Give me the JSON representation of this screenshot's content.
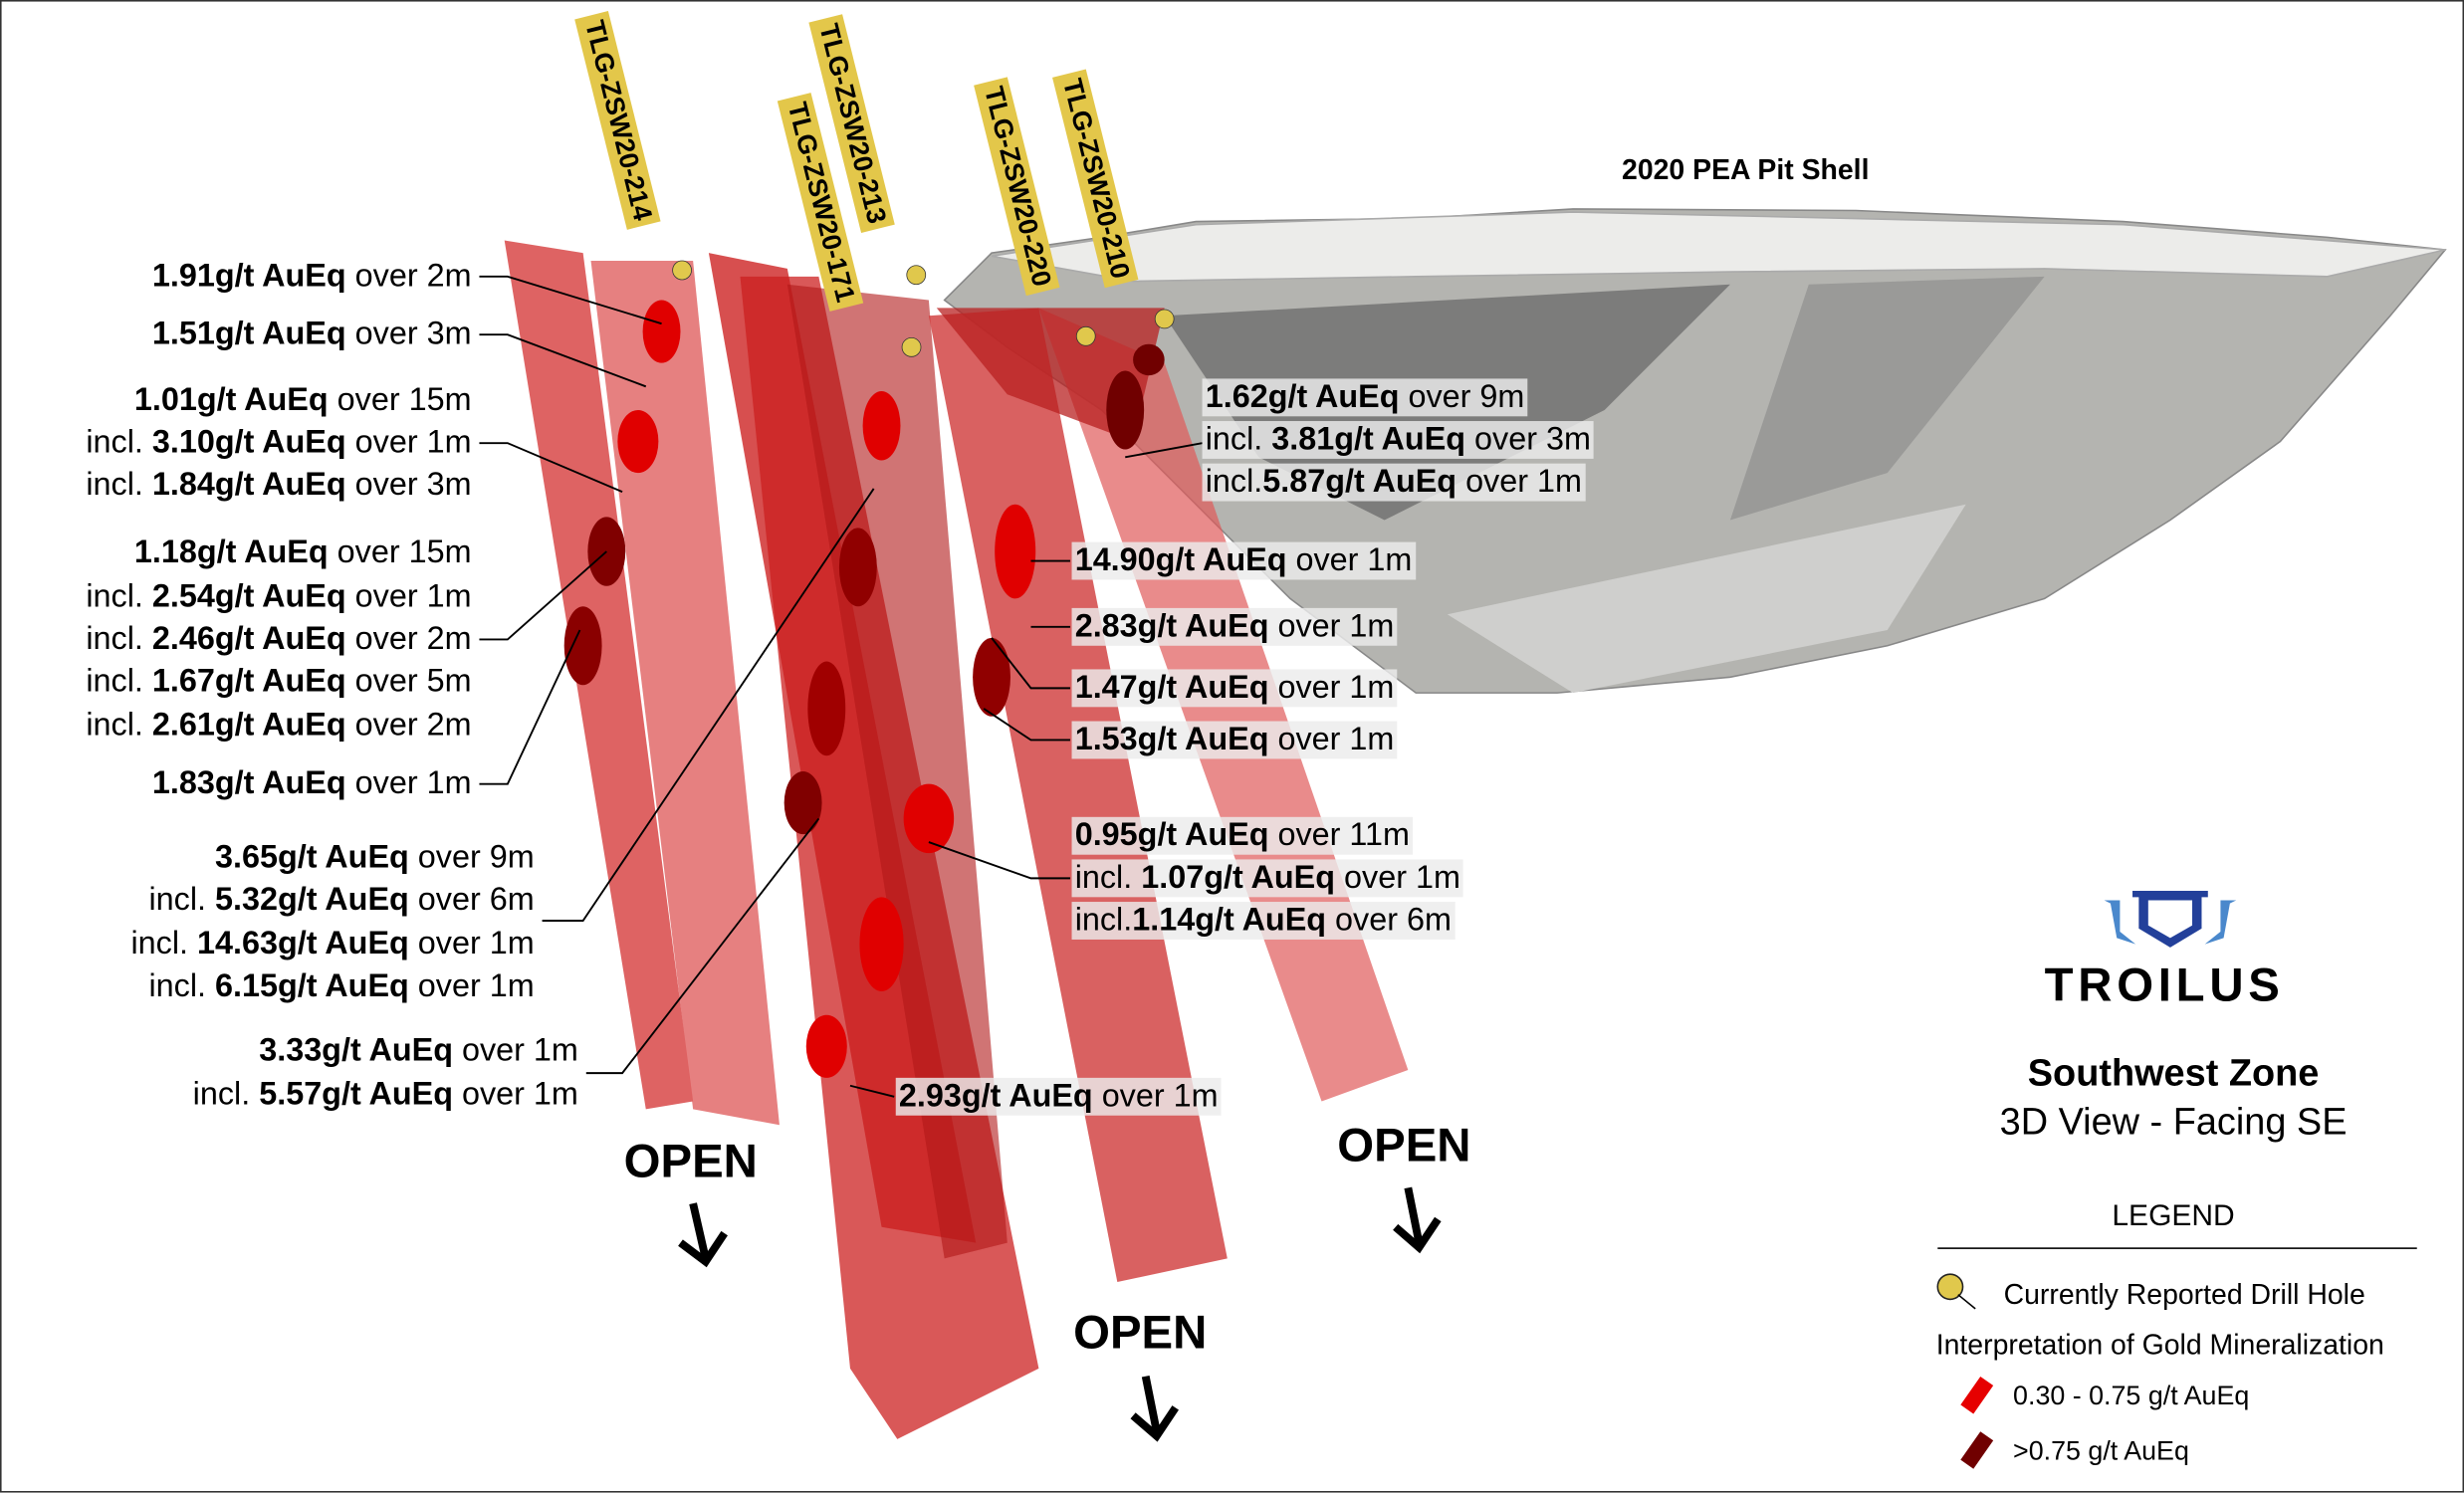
{
  "pit_shell_title": "2020 PEA Pit Shell",
  "drill_holes": [
    "TLG-ZSW20-214",
    "TLG-ZSW20-213",
    "TLG-ZSW20-171",
    "TLG-ZSW20-220",
    "TLG-ZSW20-210"
  ],
  "left_group_a": [
    {
      "pre": "",
      "val": "1.91g/t AuEq",
      "post": " over 2m"
    },
    {
      "pre": "",
      "val": "1.51g/t AuEq",
      "post": " over 3m"
    },
    {
      "pre": "",
      "val": "1.01g/t AuEq",
      "post": " over 15m"
    },
    {
      "pre": "incl. ",
      "val": "3.10g/t AuEq",
      "post": " over 1m"
    },
    {
      "pre": "incl. ",
      "val": "1.84g/t AuEq",
      "post": " over 3m"
    },
    {
      "pre": "",
      "val": "1.18g/t AuEq",
      "post": " over 15m"
    },
    {
      "pre": "incl. ",
      "val": "2.54g/t AuEq",
      "post": " over 1m"
    },
    {
      "pre": "incl. ",
      "val": "2.46g/t AuEq",
      "post": " over 2m"
    },
    {
      "pre": "incl. ",
      "val": "1.67g/t AuEq",
      "post": " over 5m"
    },
    {
      "pre": "incl. ",
      "val": "2.61g/t AuEq",
      "post": " over 2m"
    },
    {
      "pre": "",
      "val": "1.83g/t AuEq",
      "post": " over 1m"
    }
  ],
  "left_group_b": [
    {
      "pre": "",
      "val": "3.65g/t AuEq",
      "post": " over 9m"
    },
    {
      "pre": "incl. ",
      "val": "5.32g/t AuEq",
      "post": " over 6m"
    },
    {
      "pre": "incl. ",
      "val": "14.63g/t AuEq",
      "post": " over 1m"
    },
    {
      "pre": "incl. ",
      "val": "6.15g/t AuEq",
      "post": " over 1m"
    },
    {
      "pre": "",
      "val": "3.33g/t AuEq",
      "post": " over 1m"
    },
    {
      "pre": "incl. ",
      "val": "5.57g/t AuEq",
      "post": " over 1m"
    }
  ],
  "right_group_a": [
    {
      "pre": "",
      "val": "1.62g/t AuEq",
      "post": " over 9m"
    },
    {
      "pre": "incl. ",
      "val": "3.81g/t AuEq",
      "post": " over 3m"
    },
    {
      "pre": "incl.",
      "val": "5.87g/t AuEq",
      "post": " over 1m"
    }
  ],
  "right_group_b": [
    {
      "pre": "",
      "val": "14.90g/t AuEq",
      "post": " over 1m"
    },
    {
      "pre": "",
      "val": "2.83g/t AuEq",
      "post": " over 1m"
    },
    {
      "pre": "",
      "val": "1.47g/t AuEq",
      "post": " over 1m"
    },
    {
      "pre": "",
      "val": "1.53g/t AuEq",
      "post": " over 1m"
    }
  ],
  "right_group_c": [
    {
      "pre": "",
      "val": "0.95g/t AuEq",
      "post": " over 11m"
    },
    {
      "pre": "incl. ",
      "val": "1.07g/t AuEq",
      "post": " over 1m"
    },
    {
      "pre": "incl.",
      "val": "1.14g/t AuEq",
      "post": " over 6m"
    }
  ],
  "bottom_label": {
    "pre": "",
    "val": "2.93g/t AuEq",
    "post": " over 1m"
  },
  "open_label": "OPEN",
  "brand": "TROILUS",
  "title": "Southwest Zone",
  "subtitle": "3D View - Facing SE",
  "legend": {
    "heading": "LEGEND",
    "drill_hole": "Currently Reported Drill Hole",
    "interpretation": "Interpretation of Gold Mineralization",
    "low": "0.30 - 0.75 g/t AuEq",
    "high": ">0.75 g/t AuEq",
    "colors": {
      "low": "#e60000",
      "high": "#700000",
      "collar": "#e0c84c"
    }
  }
}
